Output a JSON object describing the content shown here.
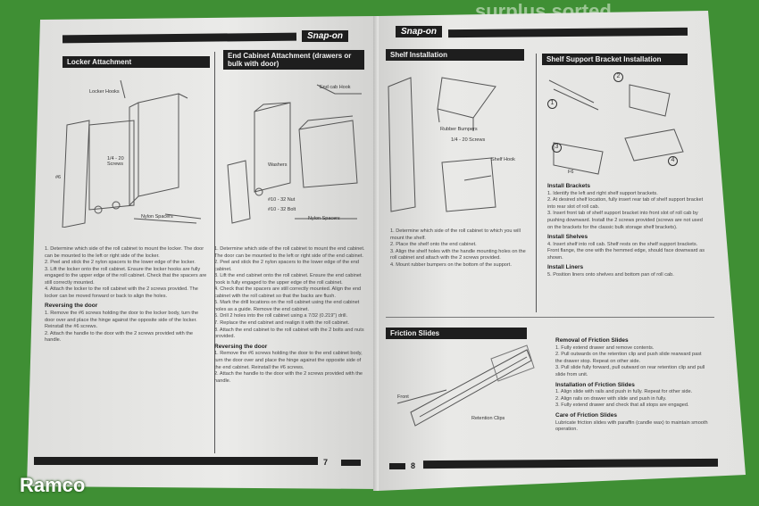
{
  "background": {
    "brand": "Ramco",
    "tagline": "surplus sorted"
  },
  "left_page": {
    "logo": "Snap-on",
    "page_number": "7",
    "locker": {
      "title": "Locker Attachment",
      "labels": [
        "Locker Hooks",
        "1/4 - 20 Screws",
        "#6",
        "Nylon Spacers"
      ],
      "steps": [
        "1. Determine which side of the roll cabinet to mount the locker. The door can be mounted to the left or right side of the locker.",
        "2. Peel and stick the 2 nylon spacers to the lower edge of the locker.",
        "3. Lift the locker onto the roll cabinet. Ensure the locker hooks are fully engaged to the upper edge of the roll cabinet. Check that the spacers are still correctly mounted.",
        "4. Attach the locker to the roll cabinet with the 2 screws provided. The locker can be moved forward or back to align the holes."
      ],
      "reversing_title": "Reversing the door",
      "reversing_steps": [
        "1. Remove the #6 screws holding the door to the locker body, turn the door over and place the hinge against the opposite side of the locker. Reinstall the #6 screws.",
        "2. Attach the handle to the door with the 2 screws provided with the handle."
      ]
    },
    "end_cabinet": {
      "title": "End Cabinet Attachment (drawers or bulk with door)",
      "labels": [
        "End cab Hook",
        "Washers",
        "#10 - 32 Nut",
        "#10 - 32 Bolt",
        "Nylon Spacers"
      ],
      "steps": [
        "1. Determine which side of the roll cabinet to mount the end cabinet. The door can be mounted to the left or right side of the end cabinet.",
        "2. Peel and stick the 2 nylon spacers to the lower edge of the end cabinet.",
        "3. Lift the end cabinet onto the roll cabinet. Ensure the end cabinet hook is fully engaged to the upper edge of the roll cabinet.",
        "4. Check that the spacers are still correctly mounted. Align the end cabinet with the roll cabinet so that the backs are flush.",
        "5. Mark the drill locations on the roll cabinet using the end cabinet holes as a guide. Remove the end cabinet.",
        "6. Drill 2 holes into the roll cabinet using a 7/32 (0.219\") drill.",
        "7. Replace the end cabinet and realign it with the roll cabinet.",
        "8. Attach the end cabinet to the roll cabinet with the 2 bolts and nuts provided."
      ],
      "reversing_title": "Reversing the door",
      "reversing_steps": [
        "1. Remove the #6 screws holding the door to the end cabinet body, turn the door over and place the hinge against the opposite side of the end cabinet. Reinstall the #6 screws.",
        "2. Attach the handle to the door with the 2 screws provided with the handle."
      ]
    }
  },
  "right_page": {
    "logo": "Snap-on",
    "page_number": "8",
    "shelf": {
      "title": "Shelf Installation",
      "labels": [
        "Rubber Bumpers",
        "1/4 - 20 Screws",
        "Shelf Hook"
      ],
      "steps": [
        "1. Determine which side of the roll cabinet to which you will mount the shelf.",
        "2. Place the shelf onto the end cabinet.",
        "3. Align the shelf holes with the handle mounting holes on the roll cabinet and attach with the 2 screws provided.",
        "4. Mount rubber bumpers on the bottom of the support."
      ]
    },
    "bracket": {
      "title": "Shelf Support Bracket Installation",
      "callouts": [
        "1",
        "2",
        "3",
        "4"
      ],
      "label_f6": "F6",
      "install_brackets_title": "Install Brackets",
      "install_brackets": [
        "1. Identify the left and right shelf support brackets.",
        "2. At desired shelf location, fully insert rear tab of shelf support bracket into rear slot of roll cab.",
        "3. Insert front tab of shelf support bracket into front slot of roll cab by pushing downward. Install the 2 screws provided (screws are not used on the brackets for the classic bulk storage shelf brackets)."
      ],
      "install_shelves_title": "Install Shelves",
      "install_shelves": [
        "4. Insert shelf into roll cab. Shelf rests on the shelf support brackets. Front flange, the one with the hemmed edge, should face downward as shown."
      ],
      "install_liners_title": "Install Liners",
      "install_liners": [
        "5. Position liners onto shelves and bottom pan of roll cab."
      ]
    },
    "friction": {
      "title": "Friction Slides",
      "labels": [
        "Front",
        "Retention Clips"
      ],
      "removal_title": "Removal of Friction Slides",
      "removal": [
        "1. Fully extend drawer and remove contents.",
        "2. Pull outwards on the retention clip and push slide rearward past the drawer stop. Repeat on other side.",
        "3. Pull slide fully forward, pull outward on rear retention clip and pull slide from unit."
      ],
      "installation_title": "Installation of Friction Slides",
      "installation": [
        "1. Align slide with rails and push in fully. Repeat for other side.",
        "2. Align rails on drawer with slide and push in fully.",
        "3. Fully extend drawer and check that all stops are engaged."
      ],
      "care_title": "Care of Friction Slides",
      "care": "Lubricate friction slides with paraffin (candle wax) to maintain smooth operation."
    }
  }
}
